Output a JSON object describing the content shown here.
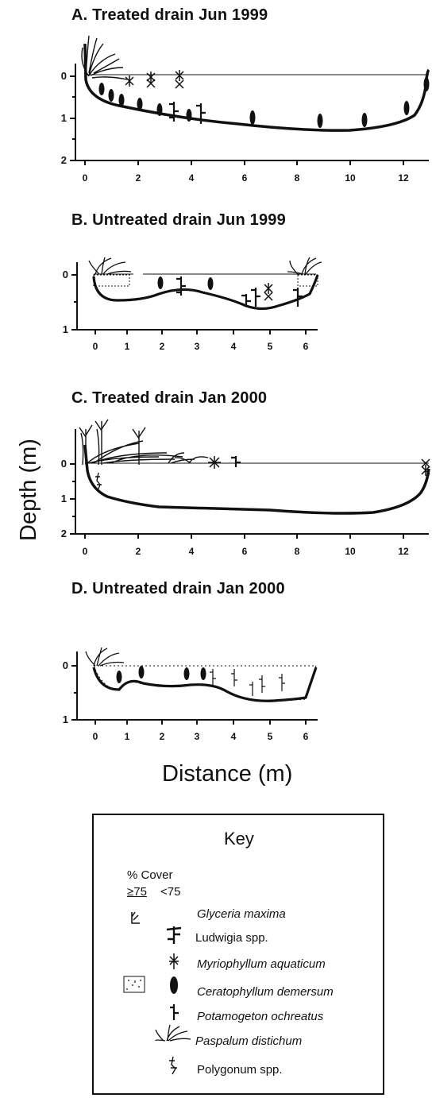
{
  "ylabel": "Depth (m)",
  "xlabel": "Distance (m)",
  "panels": [
    {
      "title": "A.  Treated drain Jun  1999",
      "xticks": [
        "0",
        "2",
        "4",
        "6",
        "8",
        "10",
        "12"
      ],
      "yticks": [
        "0",
        "1",
        "2"
      ]
    },
    {
      "title": "B.  Untreated drain Jun  1999",
      "xticks": [
        "0",
        "1",
        "2",
        "3",
        "4",
        "5",
        "6"
      ],
      "yticks": [
        "0",
        "1"
      ]
    },
    {
      "title": "C.  Treated drain Jan  2000",
      "xticks": [
        "0",
        "2",
        "4",
        "6",
        "8",
        "10",
        "12"
      ],
      "yticks": [
        "0",
        "1",
        "2"
      ]
    },
    {
      "title": "D.  Untreated drain Jan  2000",
      "xticks": [
        "0",
        "1",
        "2",
        "3",
        "4",
        "5",
        "6"
      ],
      "yticks": [
        "0",
        "1"
      ]
    }
  ],
  "key": {
    "title": "Key",
    "cover_label": "% Cover",
    "cover_high": "≥75",
    "cover_low": "<75",
    "species": [
      {
        "name": "Glyceria maxima",
        "italic": true,
        "icon": "glyceria-icon"
      },
      {
        "name": "Ludwigia spp.",
        "italic": false,
        "icon": "ludwigia-icon"
      },
      {
        "name": "Myriophyllum aquaticum",
        "italic": true,
        "icon": "myriophyllum-icon"
      },
      {
        "name": "Ceratophyllum demersum",
        "italic": true,
        "icon": "ceratophyllum-icon"
      },
      {
        "name": "Potamogeton ochreatus",
        "italic": true,
        "icon": "potamogeton-icon"
      },
      {
        "name": "Paspalum distichum",
        "italic": true,
        "icon": "paspalum-icon"
      },
      {
        "name": "Polygonum spp.",
        "italic": false,
        "icon": "polygonum-icon"
      }
    ]
  },
  "colors": {
    "ink": "#111111"
  }
}
